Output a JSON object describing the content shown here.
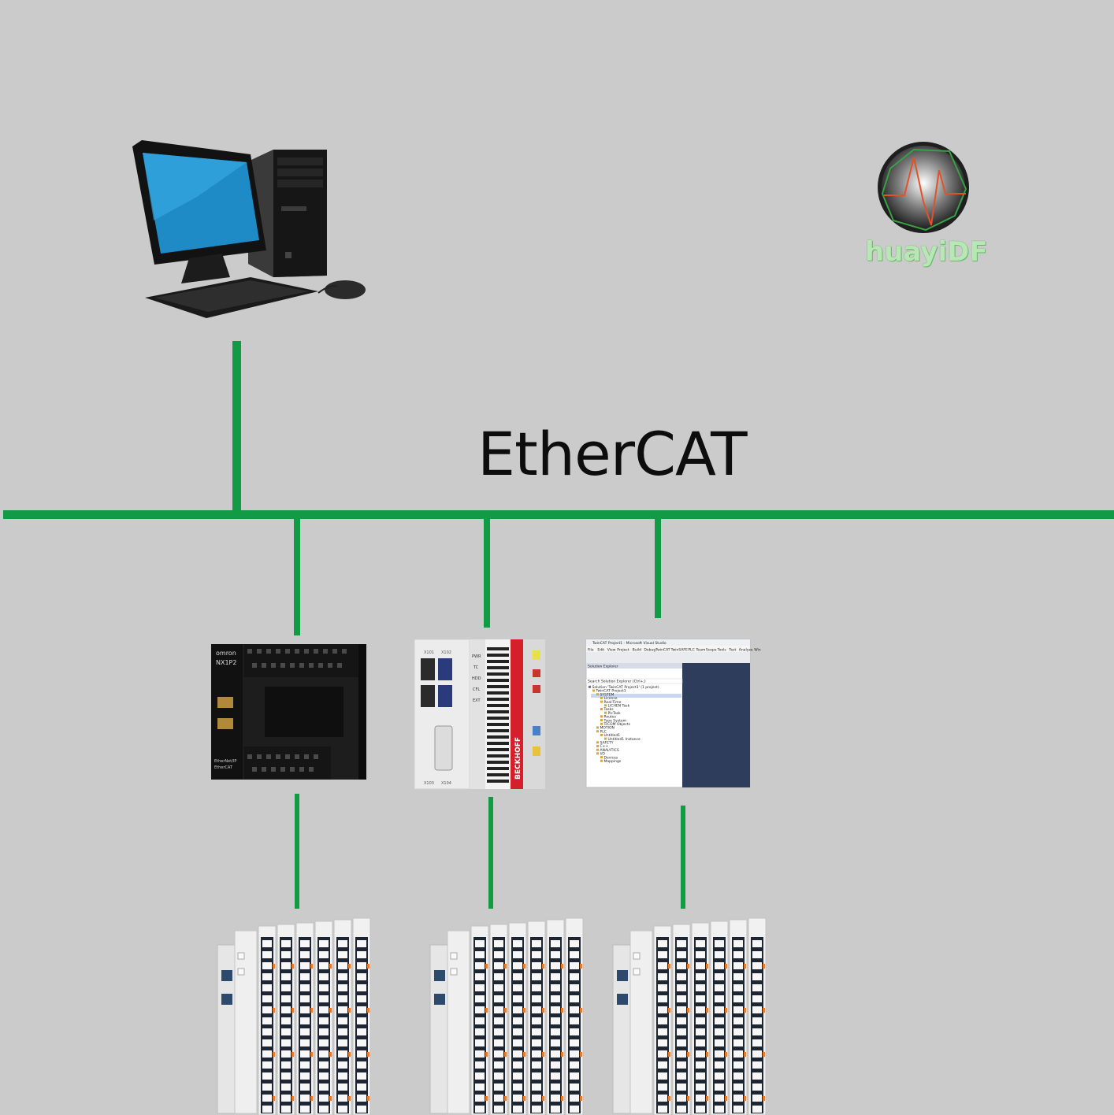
{
  "diagram": {
    "network_label": "EtherCAT",
    "brand_name": "huayiDF",
    "colors": {
      "background": "#cbcbcb",
      "bus_line": "#139a45",
      "brand_green": "#2f9a3e",
      "brand_red": "#e0522a",
      "beckhoff_red": "#d4202a",
      "vs_panel": "#2e3d5c"
    },
    "devices": {
      "workstation": {
        "icon": "desktop-computer-icon"
      },
      "controller_omron": {
        "brand": "omron",
        "model": "NX1P2",
        "badge_lines": [
          "EtherNet/IP",
          "EtherCAT"
        ]
      },
      "controller_beckhoff": {
        "brand": "BECKHOFF",
        "leds": [
          "PWR",
          "TC",
          "HDD",
          "CFL",
          "EXT"
        ],
        "port_labels": [
          "X101",
          "X102",
          "X103",
          "X104"
        ]
      },
      "software_twincat": {
        "window_title": "TwinCAT Project1 - Microsoft Visual Studio",
        "menu": [
          "File",
          "Edit",
          "View",
          "Project",
          "Build",
          "Debug",
          "TwinCAT",
          "TwinSAFE",
          "PLC",
          "Team",
          "Scope",
          "Tools",
          "Test",
          "Analyze",
          "Win"
        ],
        "panel_title": "Solution Explorer",
        "search_placeholder": "Search Solution Explorer (Ctrl+;)",
        "tree": [
          "Solution 'TwinCAT Project1' (1 project)",
          "TwinCAT Project1",
          "SYSTEM",
          "License",
          "Real-Time",
          "LICHEN Task",
          "Tasks",
          "PlcTask",
          "Routes",
          "Type System",
          "TcCOM Objects",
          "MOTION",
          "PLC",
          "Untitled1",
          "Untitled1 Instance",
          "SAFETY",
          "C++",
          "ANALYTICS",
          "I/O",
          "Devices",
          "Mappings"
        ]
      }
    },
    "io_stations": [
      {
        "icon": "io-terminal-rack-icon",
        "modules": 6
      },
      {
        "icon": "io-terminal-rack-icon",
        "modules": 6
      },
      {
        "icon": "io-terminal-rack-icon",
        "modules": 6
      }
    ]
  }
}
